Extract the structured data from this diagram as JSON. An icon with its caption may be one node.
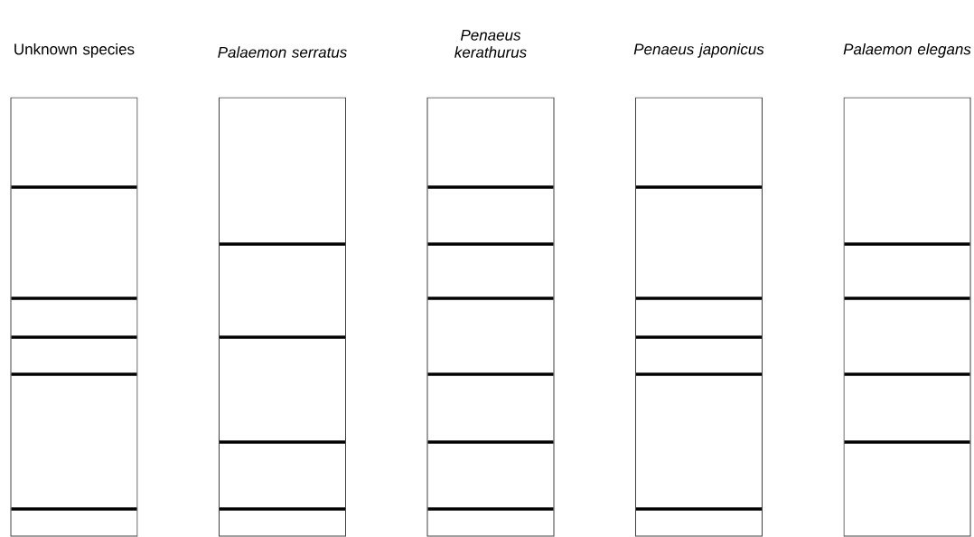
{
  "diagram": {
    "nodes": [
      {
        "text": [
          "Unknown species"
        ]
      },
      {
        "text": [],
        "shape": "bar",
        "in": 0
      },
      {
        "text": [],
        "shape": "bar",
        "in": 0
      },
      {
        "text": [],
        "shape": "bar",
        "in": 0
      },
      {
        "text": [],
        "shape": "bar",
        "in": 0
      },
      {
        "text": [],
        "shape": "bar",
        "in": 0
      },
      {
        "text": [
          "Palaemon serratus"
        ]
      },
      {
        "text": [],
        "shape": "bar",
        "in": 6
      },
      {
        "text": [],
        "shape": "bar",
        "in": 6
      },
      {
        "text": [],
        "shape": "bar",
        "in": 6
      },
      {
        "text": [],
        "shape": "bar",
        "in": 6
      },
      {
        "text": [
          "Penaeus kerathurus"
        ]
      },
      {
        "text": [],
        "shape": "bar",
        "in": 11
      },
      {
        "text": [],
        "shape": "bar",
        "in": 11
      },
      {
        "text": [],
        "shape": "bar",
        "in": 11
      },
      {
        "text": [],
        "shape": "bar",
        "in": 11
      },
      {
        "text": [],
        "shape": "bar",
        "in": 11
      },
      {
        "text": [],
        "shape": "bar",
        "in": 11
      },
      {
        "text": [
          "Penaeus japonicus"
        ]
      },
      {
        "text": [],
        "shape": "bar",
        "in": 18
      },
      {
        "text": [],
        "shape": "bar",
        "in": 18
      },
      {
        "text": [],
        "shape": "bar",
        "in": 18
      },
      {
        "text": [],
        "shape": "bar",
        "in": 18
      },
      {
        "text": [],
        "shape": "bar",
        "in": 18
      },
      {
        "text": [
          "Palaemon elegans"
        ]
      },
      {
        "text": [],
        "shape": "bar",
        "in": 24
      },
      {
        "text": [],
        "shape": "bar",
        "in": 24
      },
      {
        "text": [],
        "shape": "bar",
        "in": 24
      },
      {
        "text": [],
        "shape": "bar",
        "in": 24
      }
    ]
  }
}
